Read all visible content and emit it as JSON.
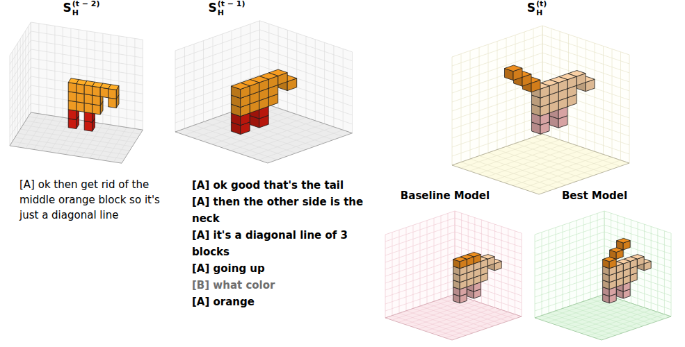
{
  "diagram": {
    "labels": [
      "S",
      "H",
      "(t − 2)",
      "S",
      "H",
      "(t − 1)",
      "S",
      "H",
      "(t)",
      "[A] ok then get rid of the middle orange block so it's just a diagonal line",
      "[A] ok good that's the tail",
      "[A] then the other side is the neck",
      "[A] it's a diagonal line of 3 blocks",
      "[A] going up",
      "[B] what color",
      "[A] orange",
      "Baseline Model",
      "Best Model"
    ]
  }
}
